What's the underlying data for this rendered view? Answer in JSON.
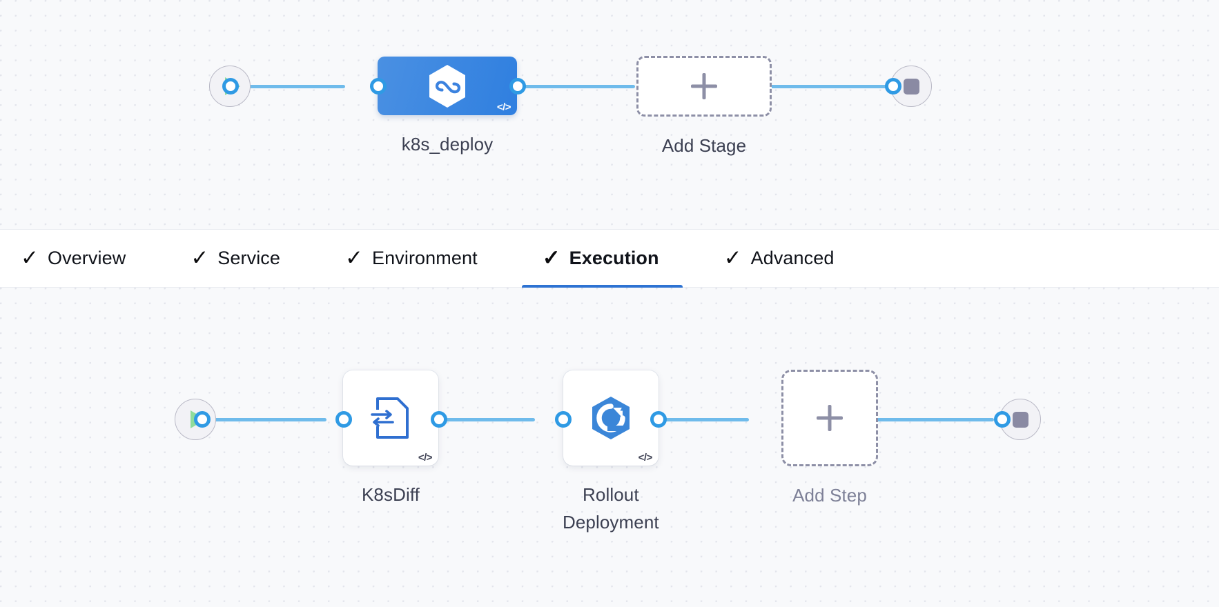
{
  "theme": {
    "canvas_bg": "#f8f9fb",
    "grid_dot": "#e3e5ec",
    "connector": "#6fbbeb",
    "port": "#2f9ae4",
    "accent": "#2d72d2",
    "stage_blue": "#3b82df",
    "label": "#3b3f51",
    "label_muted": "#7d8097"
  },
  "stage_pipeline": {
    "start_node": {
      "icon": "play-icon",
      "label": ""
    },
    "stage": {
      "name": "k8s_deploy",
      "icon": "harness-hexagon-icon",
      "code_badge": "</>"
    },
    "add_stage": {
      "label": "Add Stage",
      "icon": "plus-icon"
    },
    "end_node": {
      "icon": "stop-icon",
      "label": ""
    }
  },
  "tabs": [
    {
      "label": "Overview",
      "check": "✓",
      "active": false
    },
    {
      "label": "Service",
      "check": "✓",
      "active": false
    },
    {
      "label": "Environment",
      "check": "✓",
      "active": false
    },
    {
      "label": "Execution",
      "check": "✓",
      "active": true
    },
    {
      "label": "Advanced",
      "check": "✓",
      "active": false
    }
  ],
  "step_pipeline": {
    "start_node": {
      "icon": "play-icon",
      "label": ""
    },
    "steps": [
      {
        "name": "K8sDiff",
        "icon": "k8s-diff-document-icon",
        "code_badge": "</>"
      },
      {
        "name": "Rollout\nDeployment",
        "icon": "rollout-deployment-hexagon-icon",
        "code_badge": "</>"
      }
    ],
    "add_step": {
      "label": "Add Step",
      "icon": "plus-icon"
    },
    "end_node": {
      "icon": "stop-icon",
      "label": ""
    }
  }
}
